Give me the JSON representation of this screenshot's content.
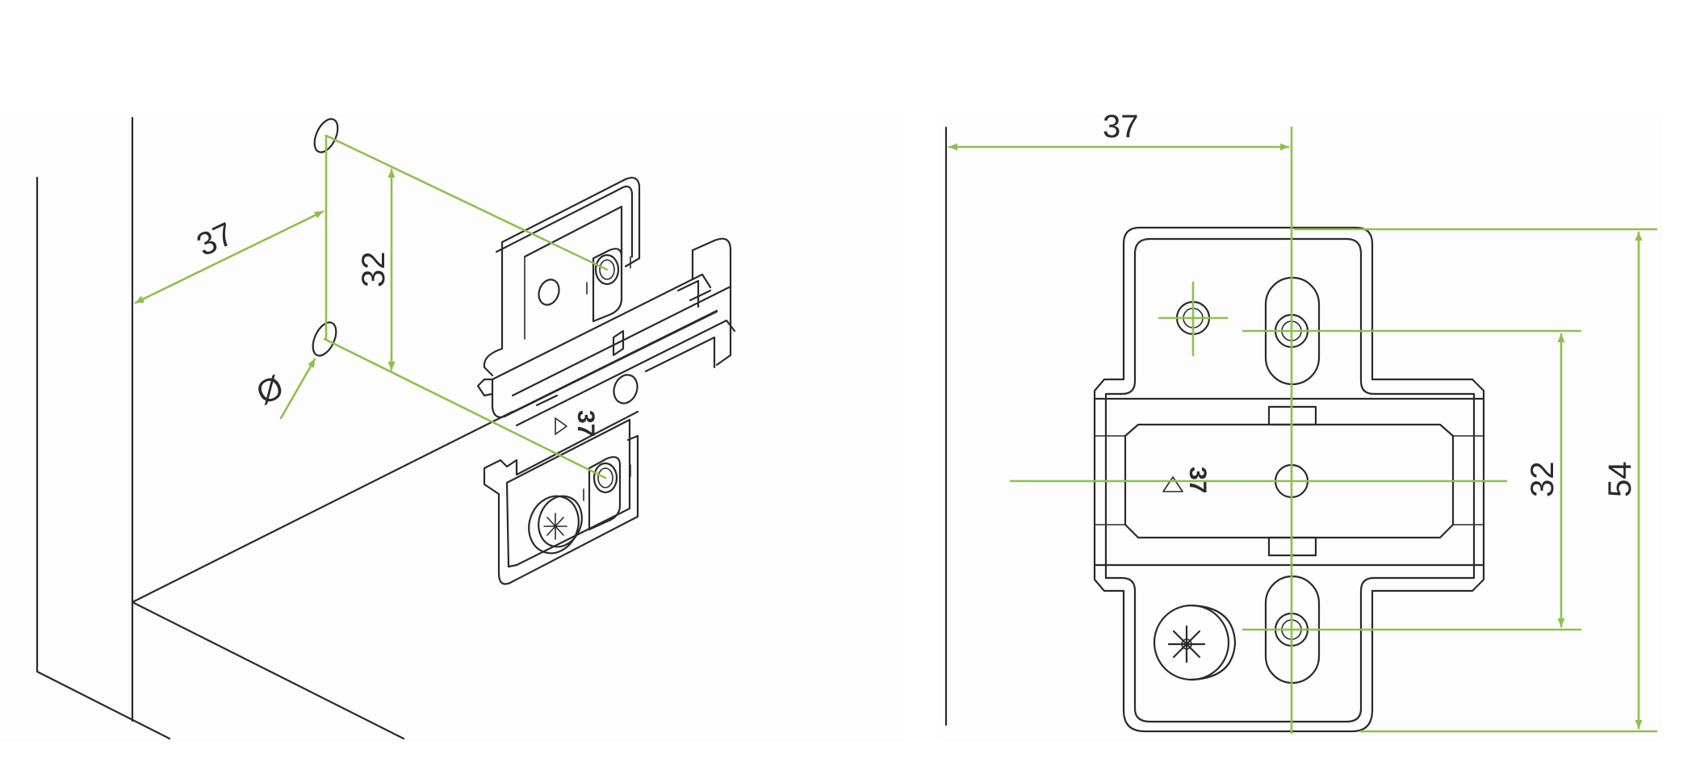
{
  "left_view": {
    "dimensions": {
      "depth_offset": "37",
      "hole_spacing": "32",
      "hole_diameter": "Ø"
    },
    "stamp": {
      "mark": "37"
    }
  },
  "right_view": {
    "dimensions": {
      "edge_distance": "37",
      "hole_spacing": "32",
      "plate_height": "54"
    },
    "stamp": {
      "mark": "37"
    }
  },
  "colors": {
    "dimension_lines": "#8fbf4f",
    "line_art": "#2b2b2b",
    "background": "#ffffff"
  }
}
